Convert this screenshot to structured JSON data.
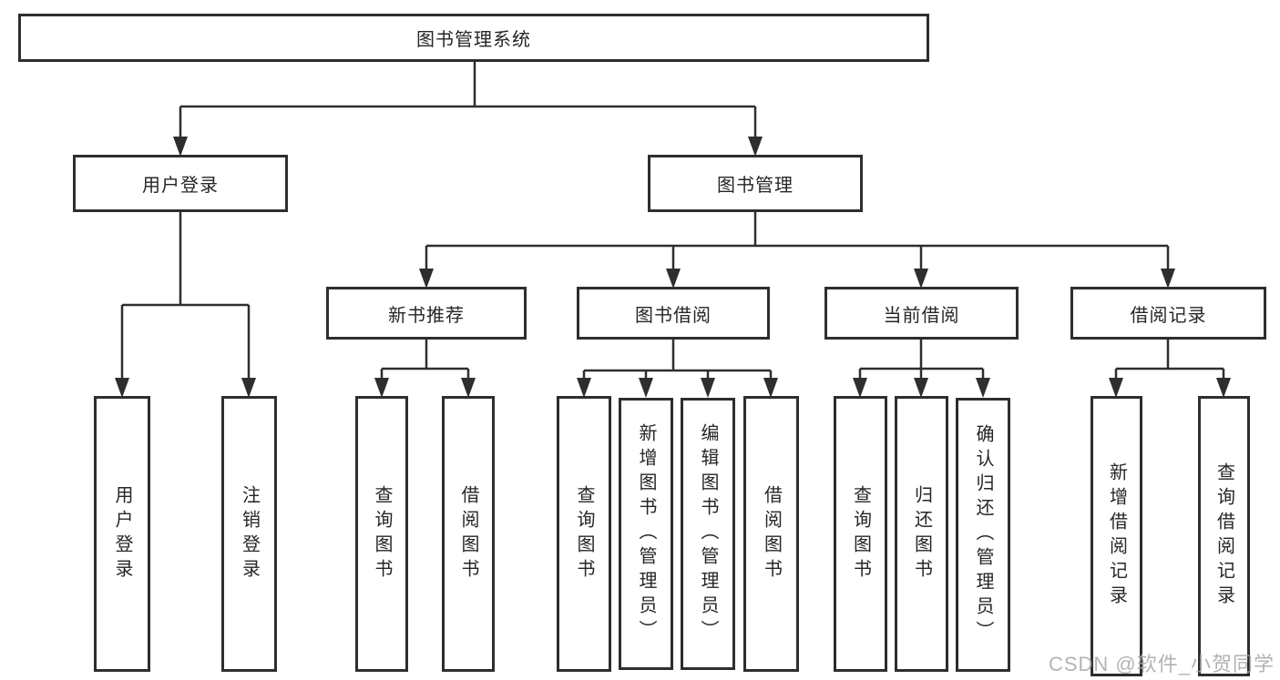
{
  "tree": {
    "root": {
      "label": "图书管理系统",
      "children": [
        {
          "label": "用户登录",
          "children": [
            {
              "label": "用户登录"
            },
            {
              "label": "注销登录"
            }
          ]
        },
        {
          "label": "图书管理",
          "children": [
            {
              "label": "新书推荐",
              "children": [
                {
                  "label": "查询图书"
                },
                {
                  "label": "借阅图书"
                }
              ]
            },
            {
              "label": "图书借阅",
              "children": [
                {
                  "label": "查询图书"
                },
                {
                  "label": "新增图书（管理员）"
                },
                {
                  "label": "编辑图书（管理员）"
                },
                {
                  "label": "借阅图书"
                }
              ]
            },
            {
              "label": "当前借阅",
              "children": [
                {
                  "label": "查询图书"
                },
                {
                  "label": "归还图书"
                },
                {
                  "label": "确认归还（管理员）"
                }
              ]
            },
            {
              "label": "借阅记录",
              "children": [
                {
                  "label": "新增借阅记录"
                },
                {
                  "label": "查询借阅记录"
                }
              ]
            }
          ]
        }
      ]
    }
  },
  "watermark": "CSDN @软件_小贺同学",
  "colors": {
    "background": "#ffffff",
    "line": "#2e2e2e",
    "box_border": "#2e2e2e",
    "box_fill": "#ffffff",
    "text": "#262626",
    "watermark": "#a6a6a6"
  }
}
